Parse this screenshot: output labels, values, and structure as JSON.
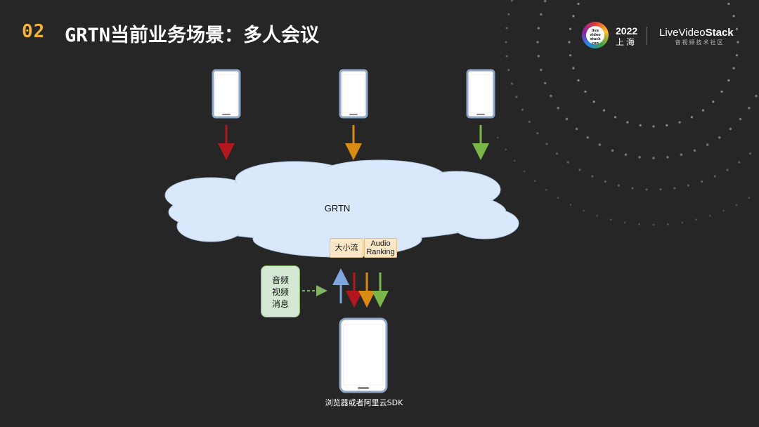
{
  "header": {
    "slide_number": "02",
    "title": "GRTN当前业务场景：多人会议"
  },
  "logo": {
    "badge_text": "live video stack con",
    "year": "2022",
    "city": "上海",
    "brand_prefix": "LiveVideo",
    "brand_suffix": "Stack",
    "brand_sub": "音视频技术社区"
  },
  "diagram": {
    "cloud_label": "GRTN",
    "tag_stream": "大小流",
    "tag_audio_line1": "Audio",
    "tag_audio_line2": "Ranking",
    "message_lines": [
      "音频",
      "视频",
      "消息"
    ],
    "bottom_caption": "浏览器或者阿里云SDK",
    "arrow_colors": {
      "red": "#b2171d",
      "orange": "#d98b14",
      "green": "#7ab648",
      "blue": "#7ea6e0",
      "dashed_green": "#82b366"
    }
  }
}
